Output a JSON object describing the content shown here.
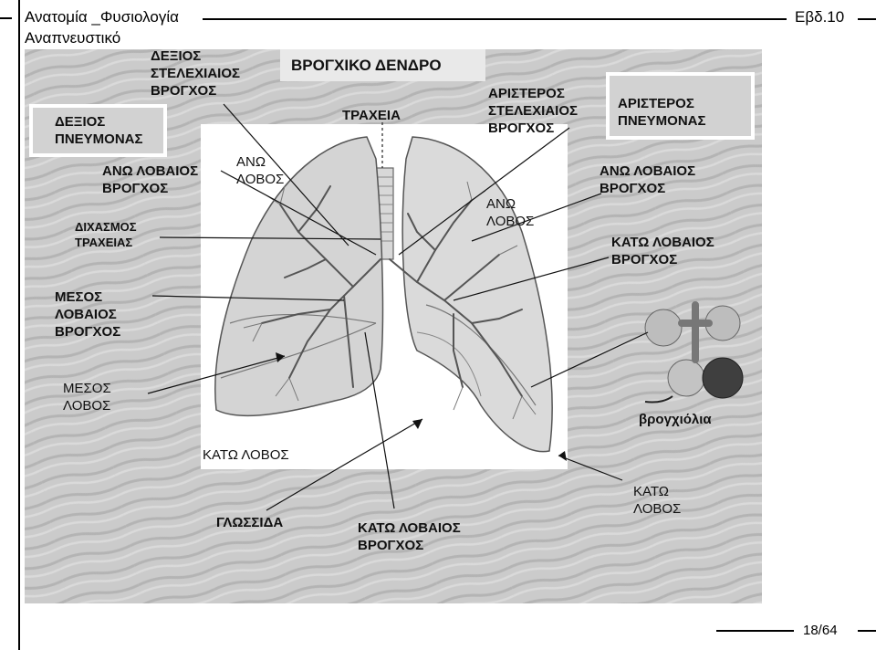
{
  "header": {
    "course": "Ανατομία _Φυσιολογία",
    "subject": "Αναπνευστικό",
    "week": "Εβδ.10"
  },
  "footer": {
    "page": "18/64"
  },
  "figure": {
    "title": "ΒΡΟΓΧΙΚΟ ΔΕΝΔΡΟ",
    "labels": {
      "right_main_bronchus": [
        "ΔΕΞΙΟΣ",
        "ΣΤΕΛΕΧΙΑΙΟΣ",
        "ΒΡΟΓΧΟΣ"
      ],
      "right_lung": [
        "ΔΕΞΙΟΣ",
        "ΠΝΕΥΜΟΝΑΣ"
      ],
      "trachea": "ΤΡΑΧΕΙΑ",
      "left_main_bronchus": [
        "ΑΡΙΣΤΕΡΟΣ",
        "ΣΤΕΛΕΧΙΑΙΟΣ",
        "ΒΡΟΓΧΟΣ"
      ],
      "left_lung": [
        "ΑΡΙΣΤΕΡΟΣ",
        "ΠΝΕΥΜΟΝΑΣ"
      ],
      "right_upper_lobar_bronchus": [
        "ΑΝΩ ΛΟΒΑΙΟΣ",
        "ΒΡΟΓΧΟΣ"
      ],
      "right_upper_lobe": [
        "ΑΝΩ",
        "ΛΟΒΟΣ"
      ],
      "left_upper_lobar_bronchus": [
        "ΑΝΩ ΛΟΒΑΙΟΣ",
        "ΒΡΟΓΧΟΣ"
      ],
      "left_upper_lobe": [
        "ΑΝΩ",
        "ΛΟΒΟΣ"
      ],
      "tracheal_bifurcation": [
        "ΔΙΧΑΣΜΟΣ",
        "ΤΡΑΧΕΙΑΣ"
      ],
      "left_lower_lobar_bronchus": [
        "ΚΑΤΩ ΛΟΒΑΙΟΣ",
        "ΒΡΟΓΧΟΣ"
      ],
      "middle_lobar_bronchus": [
        "ΜΕΣΟΣ",
        "ΛΟΒΑΙΟΣ",
        "ΒΡΟΓΧΟΣ"
      ],
      "middle_lobe": [
        "ΜΕΣΟΣ",
        "ΛΟΒΟΣ"
      ],
      "bronchioles": "βρογχιόλια",
      "right_lower_lobe": "ΚΑΤΩ ΛΟΒΟΣ",
      "left_lower_lobe": [
        "ΚΑΤΩ",
        "ΛΟΒΟΣ"
      ],
      "lingula": "ΓΛΩΣΣΙΔΑ",
      "right_lower_lobar_bronchus": [
        "ΚΑΤΩ ΛΟΒΑΙΟΣ",
        "ΒΡΟΓΧΟΣ"
      ]
    }
  }
}
